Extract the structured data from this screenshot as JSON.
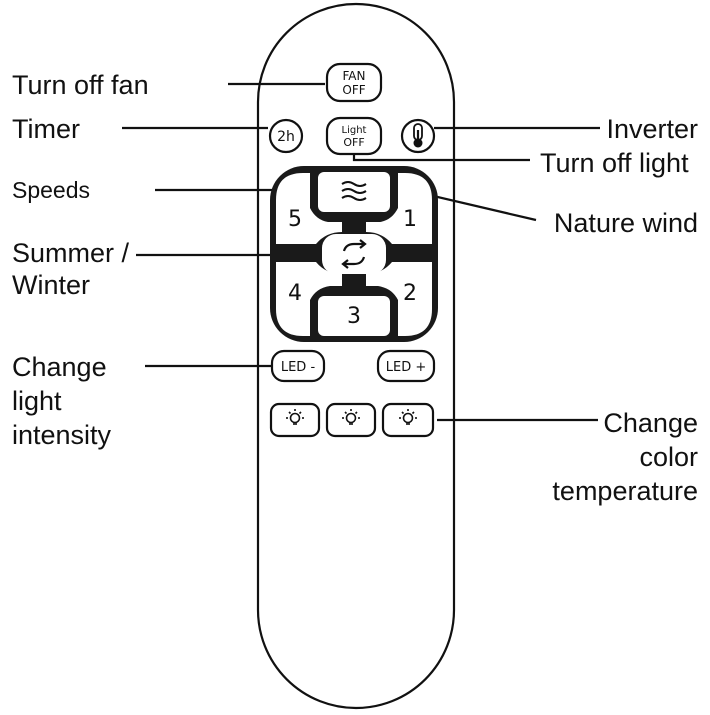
{
  "callouts": {
    "turn_off_fan": "Turn off fan",
    "timer": "Timer",
    "inverter": "Inverter",
    "turn_off_light": "Turn off light",
    "speeds": "Speeds",
    "nature_wind": "Nature wind",
    "summer_winter_line1": "Summer /",
    "summer_winter_line2": "Winter",
    "change_intensity_line1": "Change",
    "change_intensity_line2": "light",
    "change_intensity_line3": "intensity",
    "change_color_line1": "Change",
    "change_color_line2": "color",
    "change_color_line3": "temperature"
  },
  "buttons": {
    "fan_off_line1": "FAN",
    "fan_off_line2": "OFF",
    "timer": "2h",
    "light_off_line1": "Light",
    "light_off_line2": "OFF",
    "speed_1": "1",
    "speed_2": "2",
    "speed_3": "3",
    "speed_4": "4",
    "speed_5": "5",
    "led_minus": "LED -",
    "led_plus": "LED +"
  },
  "icons": {
    "inverter": "thermometer-icon",
    "nature_wind": "wind-waves-icon",
    "summer_winter": "swap-arrows-icon",
    "color_temp": "lightbulb-icon"
  }
}
